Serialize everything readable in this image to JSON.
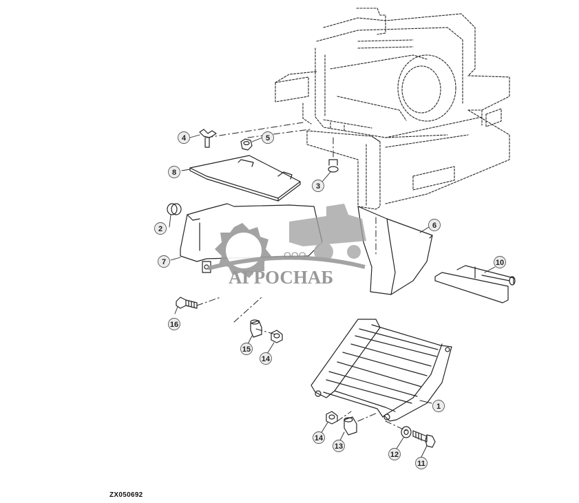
{
  "diagram": {
    "callouts": [
      {
        "id": "c1",
        "label": "1"
      },
      {
        "id": "c2",
        "label": "2"
      },
      {
        "id": "c3",
        "label": "3"
      },
      {
        "id": "c4",
        "label": "4"
      },
      {
        "id": "c5",
        "label": "5"
      },
      {
        "id": "c6",
        "label": "6"
      },
      {
        "id": "c7",
        "label": "7"
      },
      {
        "id": "c8",
        "label": "8"
      },
      {
        "id": "c10",
        "label": "10"
      },
      {
        "id": "c11",
        "label": "11"
      },
      {
        "id": "c12",
        "label": "12"
      },
      {
        "id": "c13",
        "label": "13"
      },
      {
        "id": "c14a",
        "label": "14"
      },
      {
        "id": "c14b",
        "label": "14"
      },
      {
        "id": "c15",
        "label": "15"
      },
      {
        "id": "c16",
        "label": "16"
      }
    ],
    "drawing_code": "ZX050692"
  },
  "watermark": {
    "company_prefix": "ООО",
    "company_name": "АГРОСНАБ"
  }
}
